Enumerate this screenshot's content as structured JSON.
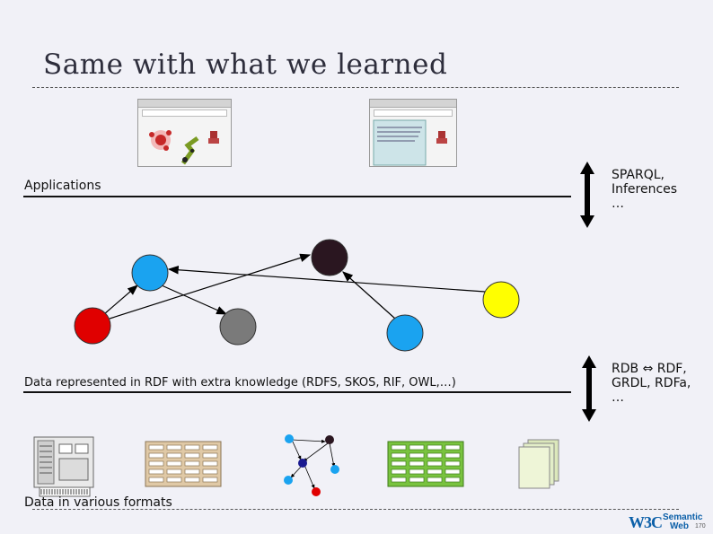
{
  "slide": {
    "title": "Same with what we learned",
    "page_number": "170"
  },
  "layers": {
    "applications": "Applications",
    "rdf": "Data represented in RDF with extra knowledge (RDFS, SKOS, RIF, OWL,…)",
    "formats": "Data in various formats"
  },
  "side_notes": {
    "top": "SPARQL,\nInferences\n…",
    "bottom": "RDB ⇔ RDF,\nGRDL, RDFa,\n…"
  },
  "logo": {
    "w3c": "W3C",
    "semantic": "Semantic",
    "web": "Web"
  },
  "colors": {
    "blue": "#1aa3f0",
    "red": "#e00000",
    "gray": "#7a7a7a",
    "dark": "#2a1620",
    "yellow": "#ffff00",
    "accent": "#0b5fa8"
  }
}
